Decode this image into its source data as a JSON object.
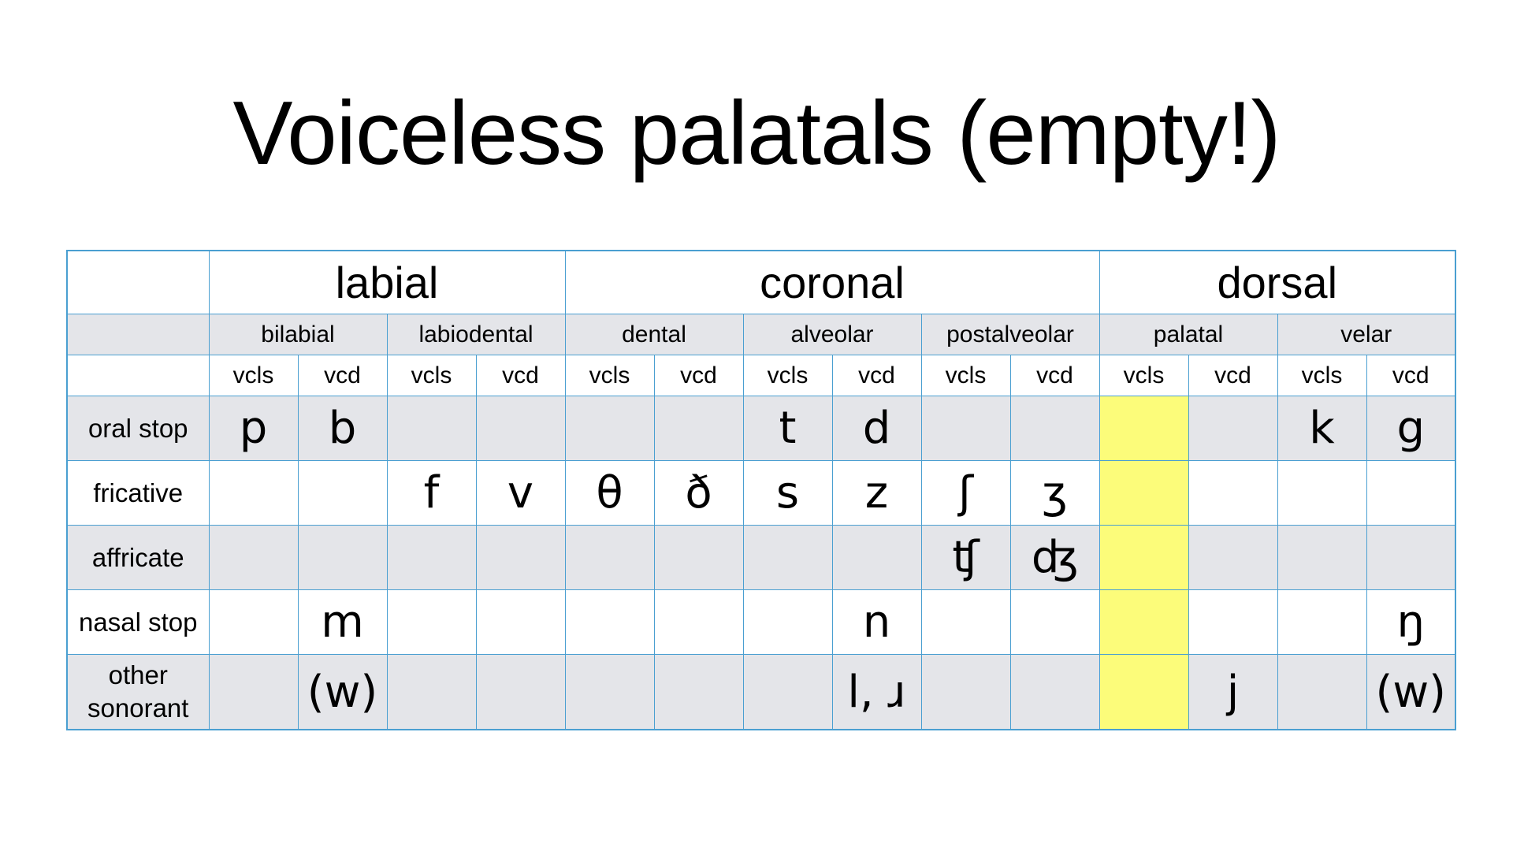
{
  "slide": {
    "title": "Voiceless palatals (empty!)"
  },
  "chart": {
    "places": {
      "labial": "labial",
      "coronal": "coronal",
      "dorsal": "dorsal"
    },
    "subplaces": [
      "bilabial",
      "labiodental",
      "dental",
      "alveolar",
      "postalveolar",
      "palatal",
      "velar"
    ],
    "voicing": {
      "vcls": "vcls",
      "vcd": "vcd"
    },
    "rows": [
      {
        "label": "oral stop",
        "cells": [
          "p",
          "b",
          "",
          "",
          "",
          "",
          "t",
          "d",
          "",
          "",
          "",
          "",
          "k",
          "g"
        ]
      },
      {
        "label": "fricative",
        "cells": [
          "",
          "",
          "f",
          "v",
          "θ",
          "ð",
          "s",
          "z",
          "ʃ",
          "ʒ",
          "",
          "",
          "",
          ""
        ]
      },
      {
        "label": "affricate",
        "cells": [
          "",
          "",
          "",
          "",
          "",
          "",
          "",
          "",
          "ʧ",
          "ʤ",
          "",
          "",
          "",
          ""
        ]
      },
      {
        "label": "nasal stop",
        "cells": [
          "",
          "m",
          "",
          "",
          "",
          "",
          "",
          "n",
          "",
          "",
          "",
          "",
          "",
          "ŋ"
        ]
      },
      {
        "label": "other sonorant",
        "cells": [
          "",
          "(w)",
          "",
          "",
          "",
          "",
          "",
          "l, ɹ",
          "",
          "",
          "",
          "j",
          "",
          "(w)"
        ]
      }
    ],
    "highlight_color": "#fcfc7a",
    "border_color": "#4a9fd1",
    "shade_color": "#e4e5e9"
  }
}
